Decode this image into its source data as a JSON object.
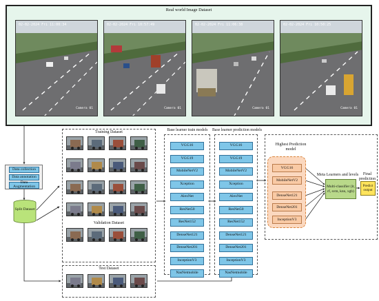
{
  "top_title": "Real world Image Dataset",
  "road_images": [
    {
      "stamp": "02-02-2024 Fri 11:00:34",
      "camera": "Camera 01"
    },
    {
      "stamp": "02-02-2024 Fri 10:57:49",
      "camera": "Camera 01"
    },
    {
      "stamp": "02-02-2024 Fri 11:06:38",
      "camera": "Camera 01"
    },
    {
      "stamp": "02-02-2024 Fri 10:50:25",
      "camera": "Camera 01"
    }
  ],
  "prep_steps": [
    "Data collection",
    "Data annotation",
    "Data Augmentation"
  ],
  "split": "Split Dataset",
  "training_title": "Training Dataset",
  "validation_title": "Validation Dataset",
  "test_title": "Test Dataset",
  "train_models_title": "Base learner train models",
  "pred_models_title": "Base learner prediction models",
  "models": [
    "VGG16",
    "VGG19",
    "MobileNetV2",
    "Xception",
    "AlexNet",
    "ResNet50",
    "ResNet152",
    "DenseNet121",
    "DenseNet201",
    "InceptionV3",
    "NasNetmobile"
  ],
  "highest_title": "Highest Prediction model",
  "top_models": [
    "VGG16",
    "MobileNetV2",
    "DenseNet121",
    "DenseNet201",
    "InceptionV3"
  ],
  "meta_title": "Meta Learners and levels",
  "classifier": "Multi-classifier (lr, rf, svm, knn, xgb)",
  "final_title": "Final prediction",
  "predict_output": "Predict output",
  "colors": {
    "blue": "#7fc6e8",
    "orange_fill": "#f9caa5",
    "green": "#b9d98a",
    "yellow": "#ffe45c"
  }
}
